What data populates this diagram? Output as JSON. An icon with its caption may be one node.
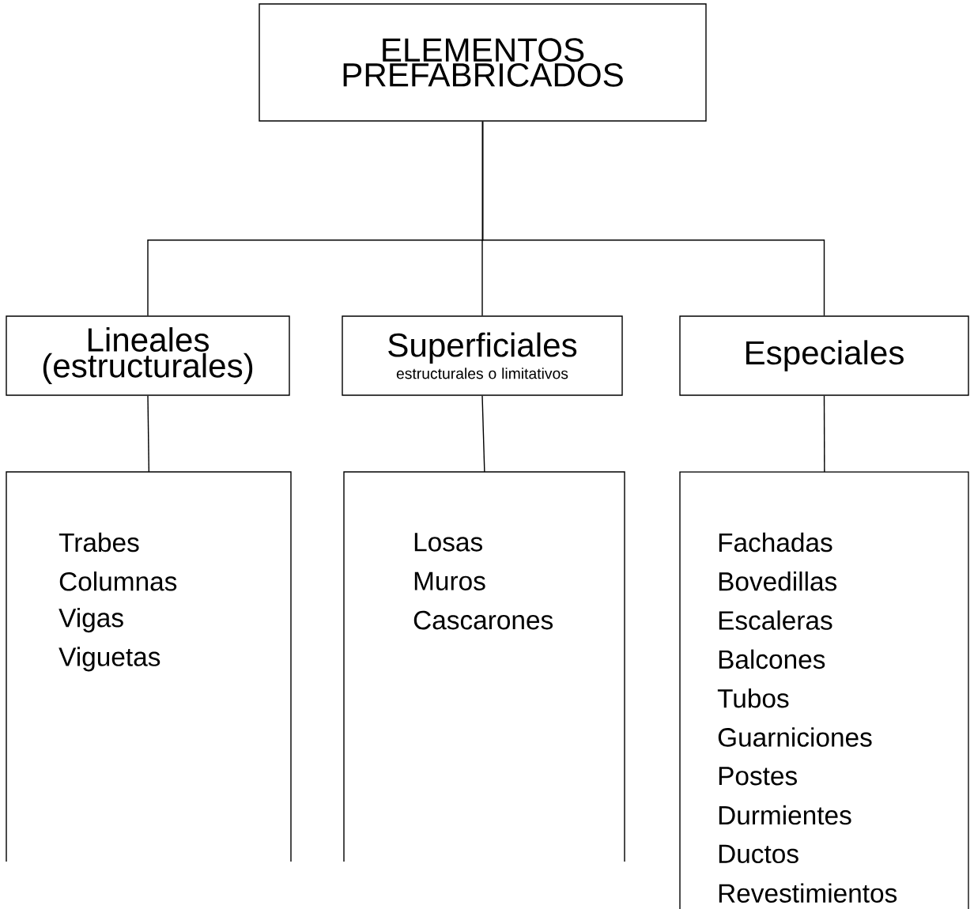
{
  "diagram": {
    "nodes": [
      {
        "text": [
          "ELEMENTOS PREFABRICADOS"
        ]
      },
      {
        "text": [
          "Lineales (estructurales)"
        ]
      },
      {
        "text": [
          "Superficiales",
          "estructurales o limitativos"
        ]
      },
      {
        "text": [
          "Especiales"
        ]
      },
      {
        "text": [
          "Trabes",
          "Columnas",
          "Vigas",
          "Viguetas"
        ]
      },
      {
        "text": [
          "Losas",
          "Muros",
          "Cascarones"
        ]
      },
      {
        "text": [
          "Fachadas",
          "Bovedillas",
          "Escaleras",
          "Balcones",
          "Tubos",
          "Guarniciones",
          "Postes",
          "Durmientes",
          "Ductos",
          "Revestimientos"
        ]
      }
    ],
    "edges": [
      {
        "from": 0,
        "to": 1,
        "arrow": "none"
      },
      {
        "from": 0,
        "to": 2,
        "arrow": "none"
      },
      {
        "from": 0,
        "to": 3,
        "arrow": "none"
      },
      {
        "from": 1,
        "to": 4,
        "arrow": "none"
      },
      {
        "from": 2,
        "to": 5,
        "arrow": "none"
      },
      {
        "from": 3,
        "to": 6,
        "arrow": "none"
      }
    ]
  }
}
